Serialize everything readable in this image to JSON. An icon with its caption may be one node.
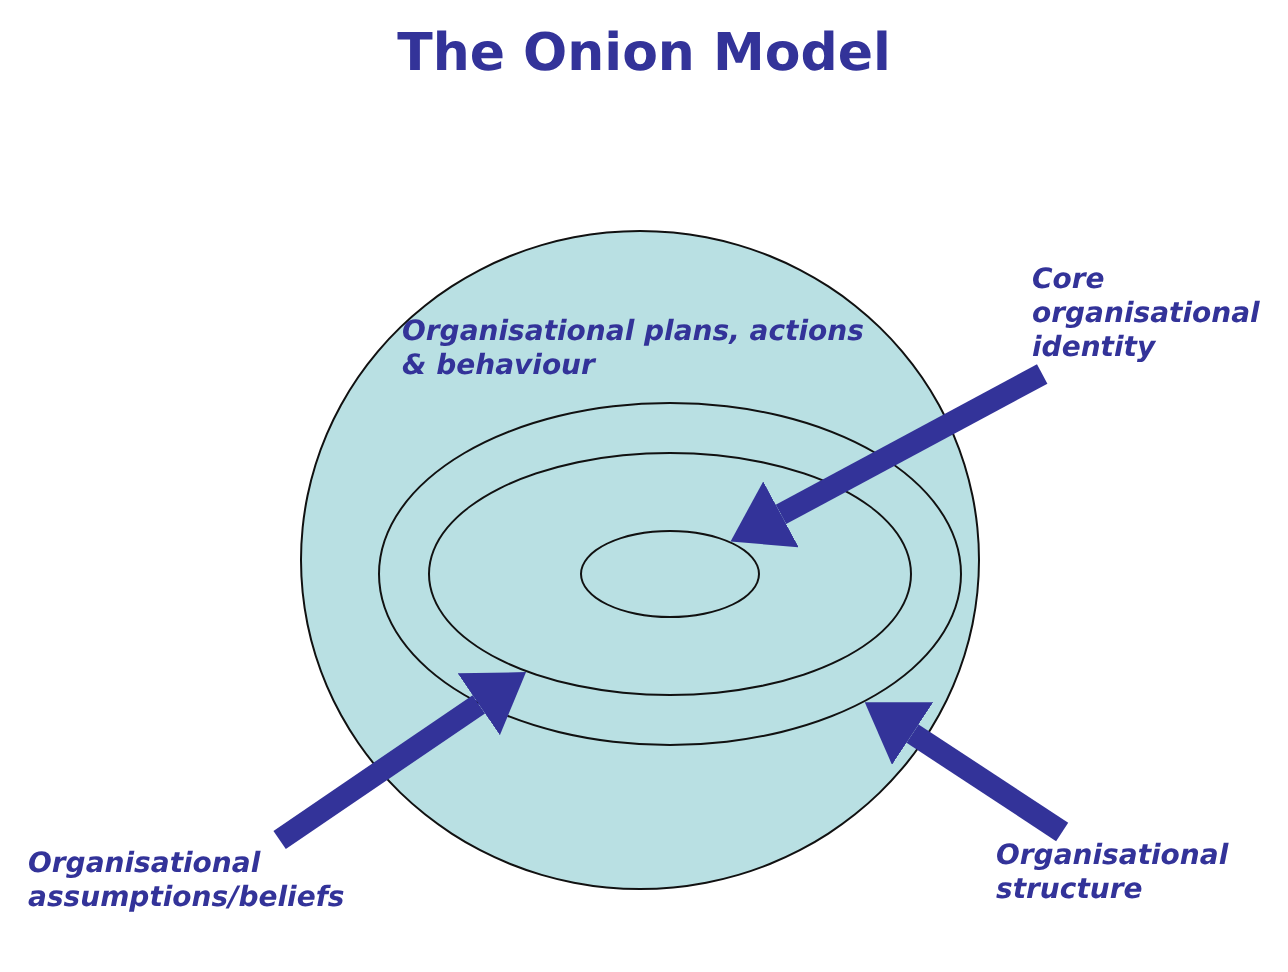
{
  "diagram": {
    "title": "The Onion Model",
    "nodes": [
      {
        "text": [
          "Organisational plans, actions & behaviour"
        ]
      },
      {
        "text": [],
        "shape": "circle",
        "in": 0
      },
      {
        "text": [],
        "shape": "circle",
        "in": 1
      },
      {
        "text": [],
        "shape": "circle",
        "in": 2
      },
      {
        "text": [
          "Core organisational identity"
        ]
      },
      {
        "text": [
          "Organisational assumptions/beliefs"
        ]
      },
      {
        "text": [
          "Organisational structure"
        ]
      }
    ],
    "edges": [
      {
        "from": 4,
        "to": 3,
        "arrow": "to"
      },
      {
        "from": 5,
        "to": 2,
        "arrow": "to"
      },
      {
        "from": 6,
        "to": 1,
        "arrow": "to"
      }
    ]
  }
}
